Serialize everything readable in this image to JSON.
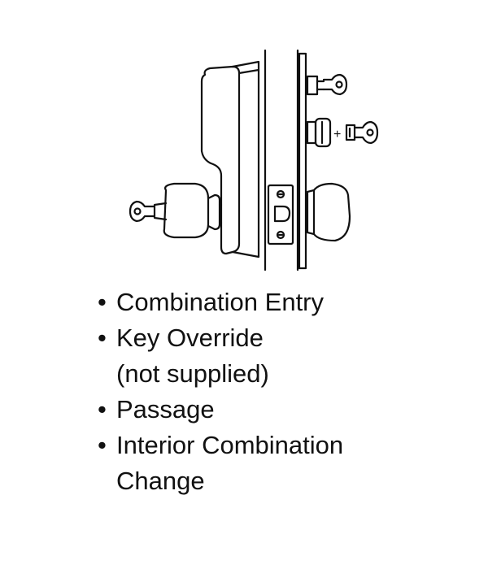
{
  "diagram": {
    "labels": {
      "combination_symbol": "+"
    },
    "colors": {
      "line": "#111111",
      "background": "#ffffff"
    },
    "icons": [
      "key-icon",
      "key-cylinder-icon",
      "latch-plate-icon",
      "door-knob-icon",
      "lever-handle-icon",
      "keypad-housing-icon"
    ]
  },
  "features": [
    {
      "bullet": "•",
      "lines": [
        "Combination Entry"
      ]
    },
    {
      "bullet": "•",
      "lines": [
        "Key Override",
        "(not supplied)"
      ]
    },
    {
      "bullet": "•",
      "lines": [
        "Passage"
      ]
    },
    {
      "bullet": "•",
      "lines": [
        "Interior Combination",
        "Change"
      ]
    }
  ]
}
